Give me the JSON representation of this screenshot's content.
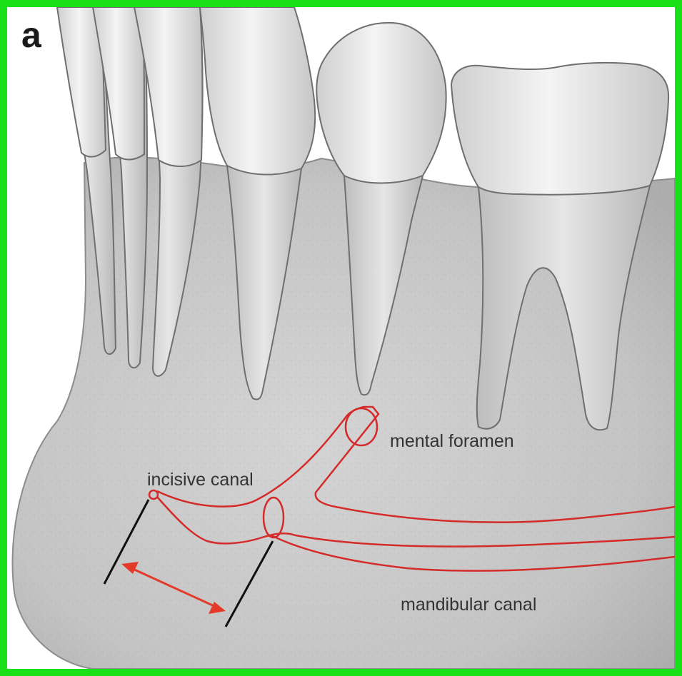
{
  "figure": {
    "panel_letter": "a",
    "labels": {
      "mental_foramen": "mental foramen",
      "incisive_canal": "incisive canal",
      "mandibular_canal": "mandibular canal"
    }
  },
  "colors": {
    "frame_border": "#19e019",
    "canal_outline": "#d42a2a",
    "measurement_arrow": "#e33a2a",
    "reference_lines": "#111111",
    "bone": "#c9c9c9",
    "tooth_crown": "#ececec",
    "tooth_root": "#dcdcdc",
    "label_text": "#333333"
  }
}
